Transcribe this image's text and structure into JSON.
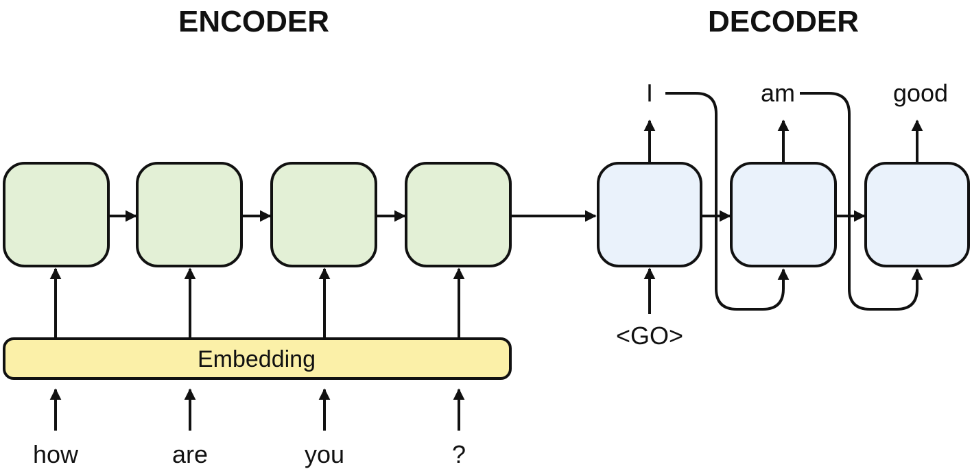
{
  "encoder": {
    "title": "ENCODER",
    "embedding_label": "Embedding",
    "inputs": [
      "how",
      "are",
      "you",
      "?"
    ]
  },
  "decoder": {
    "title": "DECODER",
    "start_token": "<GO>",
    "outputs": [
      "I",
      "am",
      "good"
    ]
  },
  "colors": {
    "encoder_cell": "#e3f0d6",
    "decoder_cell": "#eaf2fb",
    "embedding": "#fbf0a8",
    "stroke": "#111111"
  }
}
